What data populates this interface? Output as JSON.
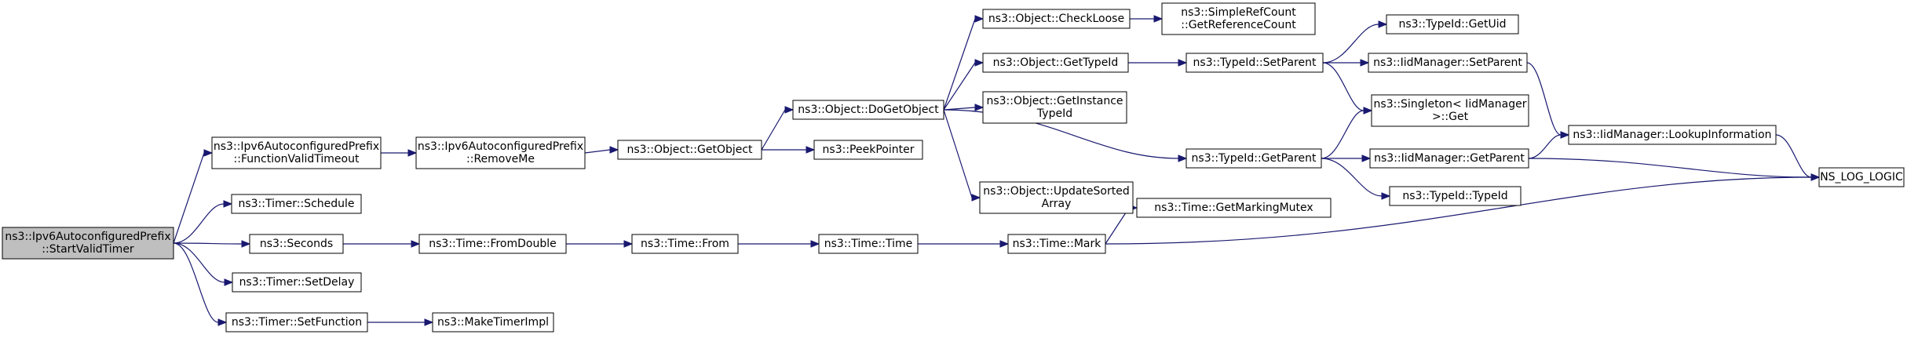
{
  "colors": {
    "edge": "#191970",
    "root_fill": "#bfbfbf",
    "node_fill": "#ffffff",
    "node_border": "#000000"
  },
  "nodes": [
    {
      "id": "start",
      "lines": [
        "ns3::Ipv6AutoconfiguredPrefix",
        "::StartValidTimer"
      ],
      "root": true
    },
    {
      "id": "fvt",
      "lines": [
        "ns3::Ipv6AutoconfiguredPrefix",
        "::FunctionValidTimeout"
      ]
    },
    {
      "id": "schedule",
      "lines": [
        "ns3::Timer::Schedule"
      ]
    },
    {
      "id": "seconds",
      "lines": [
        "ns3::Seconds"
      ]
    },
    {
      "id": "setdelay",
      "lines": [
        "ns3::Timer::SetDelay"
      ]
    },
    {
      "id": "setfunction",
      "lines": [
        "ns3::Timer::SetFunction"
      ]
    },
    {
      "id": "removeme",
      "lines": [
        "ns3::Ipv6AutoconfiguredPrefix",
        "::RemoveMe"
      ]
    },
    {
      "id": "fromdouble",
      "lines": [
        "ns3::Time::FromDouble"
      ]
    },
    {
      "id": "maketimerimpl",
      "lines": [
        "ns3::MakeTimerImpl"
      ]
    },
    {
      "id": "getobject",
      "lines": [
        "ns3::Object::GetObject"
      ]
    },
    {
      "id": "timefrom",
      "lines": [
        "ns3::Time::From"
      ]
    },
    {
      "id": "dogetobject",
      "lines": [
        "ns3::Object::DoGetObject"
      ]
    },
    {
      "id": "peekpointer",
      "lines": [
        "ns3::PeekPointer"
      ]
    },
    {
      "id": "timetime",
      "lines": [
        "ns3::Time::Time"
      ]
    },
    {
      "id": "checkloose",
      "lines": [
        "ns3::Object::CheckLoose"
      ]
    },
    {
      "id": "objgettypeid",
      "lines": [
        "ns3::Object::GetTypeId"
      ]
    },
    {
      "id": "getinstancetypeid",
      "lines": [
        "ns3::Object::GetInstance",
        "TypeId"
      ]
    },
    {
      "id": "updatesorted",
      "lines": [
        "ns3::Object::UpdateSorted",
        "Array"
      ]
    },
    {
      "id": "mark",
      "lines": [
        "ns3::Time::Mark"
      ]
    },
    {
      "id": "getrefcount",
      "lines": [
        "ns3::SimpleRefCount",
        "::GetReferenceCount"
      ]
    },
    {
      "id": "tidsetparent",
      "lines": [
        "ns3::TypeId::SetParent"
      ]
    },
    {
      "id": "tidgetparent",
      "lines": [
        "ns3::TypeId::GetParent"
      ]
    },
    {
      "id": "getmarkingmutex",
      "lines": [
        "ns3::Time::GetMarkingMutex"
      ]
    },
    {
      "id": "getuid",
      "lines": [
        "ns3::TypeId::GetUid"
      ]
    },
    {
      "id": "iidsetparent",
      "lines": [
        "ns3::IidManager::SetParent"
      ]
    },
    {
      "id": "singletonget",
      "lines": [
        "ns3::Singleton< IidManager",
        " >::Get"
      ]
    },
    {
      "id": "iidgetparent",
      "lines": [
        "ns3::IidManager::GetParent"
      ]
    },
    {
      "id": "tidtypeid",
      "lines": [
        "ns3::TypeId::TypeId"
      ]
    },
    {
      "id": "lookupinfo",
      "lines": [
        "ns3::IidManager::LookupInformation"
      ]
    },
    {
      "id": "nslog",
      "lines": [
        "NS_LOG_LOGIC"
      ]
    }
  ],
  "edges": [
    [
      "start",
      "fvt"
    ],
    [
      "start",
      "schedule"
    ],
    [
      "start",
      "seconds"
    ],
    [
      "start",
      "setdelay"
    ],
    [
      "start",
      "setfunction"
    ],
    [
      "fvt",
      "removeme"
    ],
    [
      "removeme",
      "getobject"
    ],
    [
      "getobject",
      "dogetobject"
    ],
    [
      "getobject",
      "peekpointer"
    ],
    [
      "dogetobject",
      "checkloose"
    ],
    [
      "dogetobject",
      "objgettypeid"
    ],
    [
      "dogetobject",
      "getinstancetypeid"
    ],
    [
      "dogetobject",
      "updatesorted"
    ],
    [
      "dogetobject",
      "tidgetparent"
    ],
    [
      "checkloose",
      "getrefcount"
    ],
    [
      "objgettypeid",
      "tidsetparent"
    ],
    [
      "tidsetparent",
      "getuid"
    ],
    [
      "tidsetparent",
      "iidsetparent"
    ],
    [
      "tidsetparent",
      "singletonget"
    ],
    [
      "tidgetparent",
      "singletonget"
    ],
    [
      "tidgetparent",
      "iidgetparent"
    ],
    [
      "tidgetparent",
      "tidtypeid"
    ],
    [
      "iidsetparent",
      "lookupinfo"
    ],
    [
      "iidgetparent",
      "lookupinfo"
    ],
    [
      "iidgetparent",
      "nslog"
    ],
    [
      "lookupinfo",
      "nslog"
    ],
    [
      "seconds",
      "fromdouble"
    ],
    [
      "fromdouble",
      "timefrom"
    ],
    [
      "timefrom",
      "timetime"
    ],
    [
      "timetime",
      "mark"
    ],
    [
      "mark",
      "getmarkingmutex"
    ],
    [
      "mark",
      "nslog"
    ],
    [
      "setfunction",
      "maketimerimpl"
    ]
  ]
}
